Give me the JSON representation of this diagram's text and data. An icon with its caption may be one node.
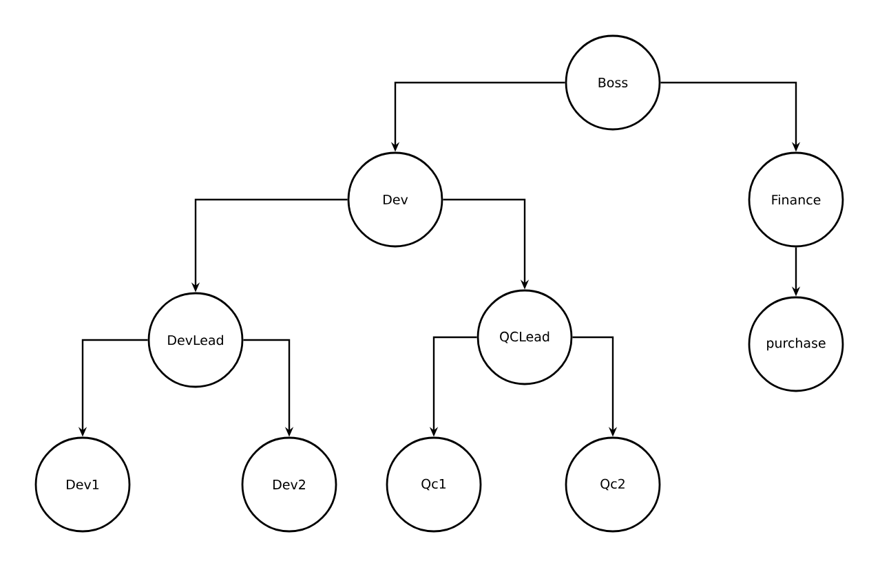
{
  "diagram": {
    "nodes": [
      {
        "text": [
          "Boss"
        ]
      },
      {
        "text": [
          "Dev"
        ]
      },
      {
        "text": [
          "Finance"
        ]
      },
      {
        "text": [
          "DevLead"
        ]
      },
      {
        "text": [
          "QCLead"
        ]
      },
      {
        "text": [
          "purchase"
        ]
      },
      {
        "text": [
          "Dev1"
        ]
      },
      {
        "text": [
          "Dev2"
        ]
      },
      {
        "text": [
          "Qc1"
        ]
      },
      {
        "text": [
          "Qc2"
        ]
      }
    ],
    "edges": [
      {
        "from": 0,
        "to": 1,
        "arrow": "to"
      },
      {
        "from": 0,
        "to": 2,
        "arrow": "to"
      },
      {
        "from": 1,
        "to": 3,
        "arrow": "to"
      },
      {
        "from": 1,
        "to": 4,
        "arrow": "to"
      },
      {
        "from": 2,
        "to": 5,
        "arrow": "to"
      },
      {
        "from": 3,
        "to": 6,
        "arrow": "to"
      },
      {
        "from": 3,
        "to": 7,
        "arrow": "to"
      },
      {
        "from": 4,
        "to": 8,
        "arrow": "to"
      },
      {
        "from": 4,
        "to": 9,
        "arrow": "to"
      }
    ]
  }
}
